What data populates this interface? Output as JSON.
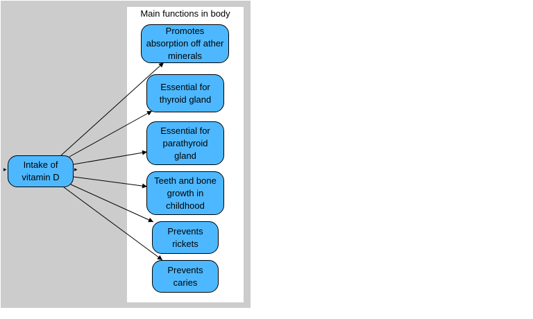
{
  "diagram": {
    "panel_title": "Main functions in body",
    "source": {
      "id": "intake",
      "label": "Intake of vitamin D"
    },
    "targets": [
      {
        "id": "absorption",
        "label": "Promotes absorption off ather minerals"
      },
      {
        "id": "thyroid",
        "label": "Essential for thyroid gland"
      },
      {
        "id": "parathyroid",
        "label": "Essential for parathyroid gland"
      },
      {
        "id": "teeth",
        "label": "Teeth and bone growth in childhood"
      },
      {
        "id": "rickets",
        "label": "Prevents rickets"
      },
      {
        "id": "caries",
        "label": "Prevents caries"
      }
    ],
    "edges": [
      {
        "from": "intake",
        "to": "absorption"
      },
      {
        "from": "intake",
        "to": "thyroid"
      },
      {
        "from": "intake",
        "to": "parathyroid"
      },
      {
        "from": "intake",
        "to": "teeth"
      },
      {
        "from": "intake",
        "to": "rickets"
      },
      {
        "from": "intake",
        "to": "caries"
      }
    ],
    "colors": {
      "node_fill": "#4db8ff",
      "background": "#cccccc",
      "panel": "#ffffff"
    }
  }
}
